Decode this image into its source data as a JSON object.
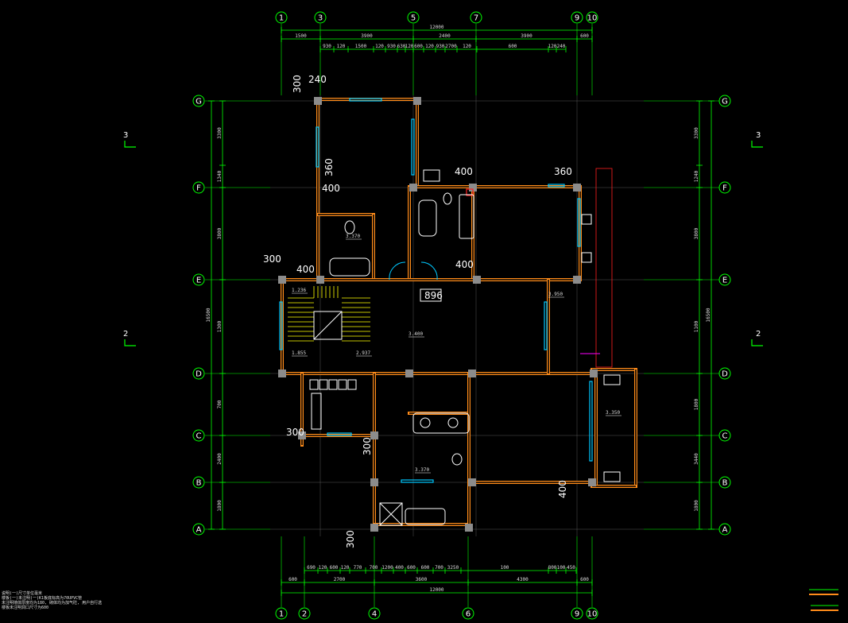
{
  "axes_top": [
    "1",
    "3",
    "5",
    "7",
    "9",
    "10"
  ],
  "axes_bottom": [
    "1",
    "2",
    "4",
    "6",
    "9",
    "10"
  ],
  "axes_rows": [
    "G",
    "F",
    "E",
    "D",
    "C",
    "B",
    "A"
  ],
  "dims_top_total": "12000",
  "dims_top_major": [
    "1500",
    "3900",
    "2400",
    "3900",
    "600"
  ],
  "dims_top_minor": [
    "930",
    "120",
    "1500",
    "120",
    "930",
    "630",
    "120",
    "600",
    "120",
    "930",
    "2700",
    "120",
    "600",
    "120",
    "240"
  ],
  "dims_bottom_minor": [
    "690",
    "120",
    "600",
    "120",
    "770",
    "700",
    "1200",
    "400",
    "600",
    "600",
    "700",
    "3250",
    "100",
    "800",
    "100",
    "450"
  ],
  "dims_bottom_major": [
    "600",
    "2700",
    "3600",
    "4300",
    "600"
  ],
  "dims_bottom_total": "12000",
  "dims_left": [
    "3300",
    "1340",
    "3800",
    "1300",
    "700",
    "2400",
    "1800"
  ],
  "dims_left_total": "16500",
  "dims_right": [
    "3300",
    "1240",
    "3800",
    "1100",
    "1800",
    "3440",
    "1800"
  ],
  "dims_right_total": "16500",
  "big_dims": [
    "240",
    "300",
    "360",
    "400",
    "400",
    "360",
    "300",
    "400",
    "400",
    "896",
    "300",
    "300",
    "400",
    "300"
  ],
  "levels": [
    "3.370",
    "1.236",
    "1.855",
    "2.937",
    "3.400",
    "3.950",
    "3.350",
    "3.370"
  ],
  "section_marks": [
    "3",
    "3",
    "2",
    "2"
  ],
  "notes": [
    "说明(一)尺寸单位毫米",
    "楼板(一)未注明(一)K1板底标高为70UPVC管",
    "未注明墙体厚度均为180, 砌体均为加气砼, 用户自行选",
    "楼板未注明洞口尺寸为600"
  ],
  "colors": {
    "grid": "#00ff00",
    "wall": "#ff8c1a",
    "window": "#00c8ff",
    "furniture": "#ffffff",
    "stair": "#ffff00",
    "accent": "#ff2020",
    "magenta": "#ff00ff"
  }
}
